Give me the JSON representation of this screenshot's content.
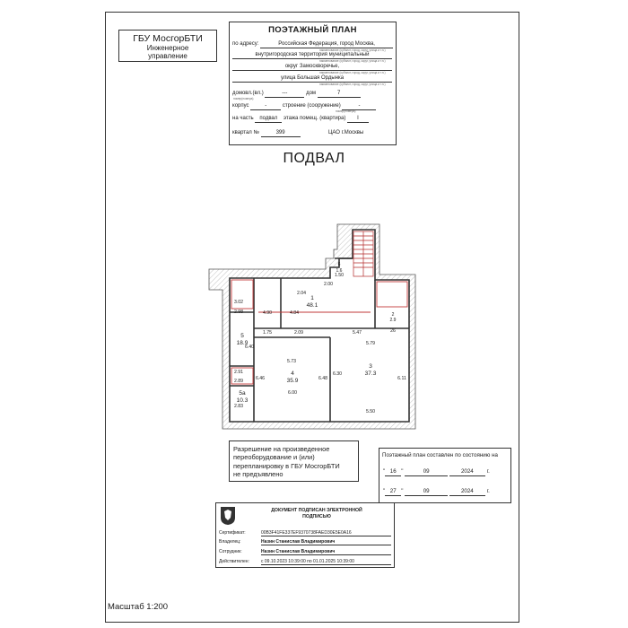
{
  "org": {
    "name": "ГБУ МосгорБТИ",
    "sub1": "Инженерное",
    "sub2": "управление"
  },
  "header": {
    "title": "ПОЭТАЖНЫЙ ПЛАН",
    "address_label": "по адресу:",
    "address_line1": "Российская Федерация, город Москва,",
    "address_line2": "внутригородская территория муниципальный",
    "address_line3": "округ Замоскворечье,",
    "address_line4": "улица Большая Ордынка",
    "hint": "наименование (субъект, город, округ, улица и т.п.)",
    "house_label": "домовл.(вл.)",
    "house_value": "---",
    "house_hint": "номер(номера)",
    "dom_label": "дом",
    "dom_value": "7",
    "korpus_label": "корпус",
    "korpus_value": "-",
    "stroenie_label": "строение (сооружение)",
    "stroenie_value": "-",
    "stroenie_hint": "номер(номера)",
    "part_label": "на часть",
    "part_value": "подвал",
    "part_text": "этажа помещ. (квартира)",
    "part_room": "I",
    "kvartal_label": "квартал №",
    "kvartal_value": "399",
    "cao": "ЦАО г.Москвы"
  },
  "floor_title": "ПОДВАЛ",
  "plan": {
    "rooms": [
      {
        "id": "1",
        "area": "48.1"
      },
      {
        "id": "3",
        "area": "37.3"
      },
      {
        "id": "4",
        "area": "35.9"
      },
      {
        "id": "5",
        "area": "18.9"
      },
      {
        "id": "5а",
        "area": "10.3"
      },
      {
        "id": "6",
        "area": "1.6"
      },
      {
        "id": "2",
        "area": "2.9"
      }
    ],
    "dims": [
      "2.04",
      "4.90",
      "4.84",
      "1.75",
      "2.09",
      "5.47",
      "5.73",
      "5.79",
      "6.46",
      "6.48",
      "6.30",
      "6.11",
      "6.00",
      "5.50",
      "2.91",
      "2.89",
      "2.83",
      "3.02",
      "2.98",
      "6.40",
      "2.00",
      "1.50",
      "26"
    ]
  },
  "permission": {
    "line1": "Разрешение на произведенное",
    "line2": "переоборудование и (или)",
    "line3": "перепланировку в ГБУ МосгорБТИ",
    "line4": "не предъявлено"
  },
  "state": {
    "title": "Поэтажный план составлен по состоянию на",
    "d1_day": "16",
    "d1_month": "09",
    "d1_year": "2024",
    "d2_day": "27",
    "d2_month": "09",
    "d2_year": "2024",
    "g": "г."
  },
  "signature": {
    "title1": "ДОКУМЕНТ ПОДПИСАН ЭЛЕКТРОННОЙ",
    "title2": "ПОДПИСЬЮ",
    "cert_label": "Сертификат:",
    "cert_value": "00B3F41FE337EF9370738FAED30E5E0A16",
    "owner_label": "Владелец:",
    "owner_value": "Назин Станислав Владимирович",
    "emp_label": "Сотрудник:",
    "emp_value": "Назин Станислав Владимирович",
    "valid_label": "Действителен:",
    "valid_value": "с 09.10.2023 10:39:00 по 01.01.2025 10:39:00"
  },
  "scale": "Масштаб 1:200"
}
